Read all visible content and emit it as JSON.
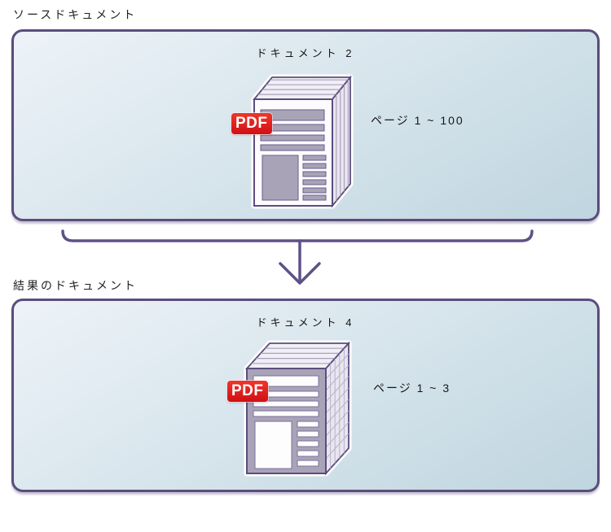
{
  "source": {
    "label": "ソースドキュメント",
    "box_title": "ドキュメント 2",
    "page_range": "ページ 1 ~ 100",
    "badge": "PDF"
  },
  "result": {
    "label": "結果のドキュメント",
    "box_title": "ドキュメント 4",
    "page_range": "ページ 1 ~ 3",
    "badge": "PDF"
  },
  "colors": {
    "accent_purple": "#5b4d7d",
    "arrow_purple": "#5f5186",
    "box_fill_top": "#edf3f8",
    "box_fill_bottom": "#bfd5df",
    "pdf_badge_red": "#d8141a",
    "document_gray": "#a9a3b8"
  }
}
